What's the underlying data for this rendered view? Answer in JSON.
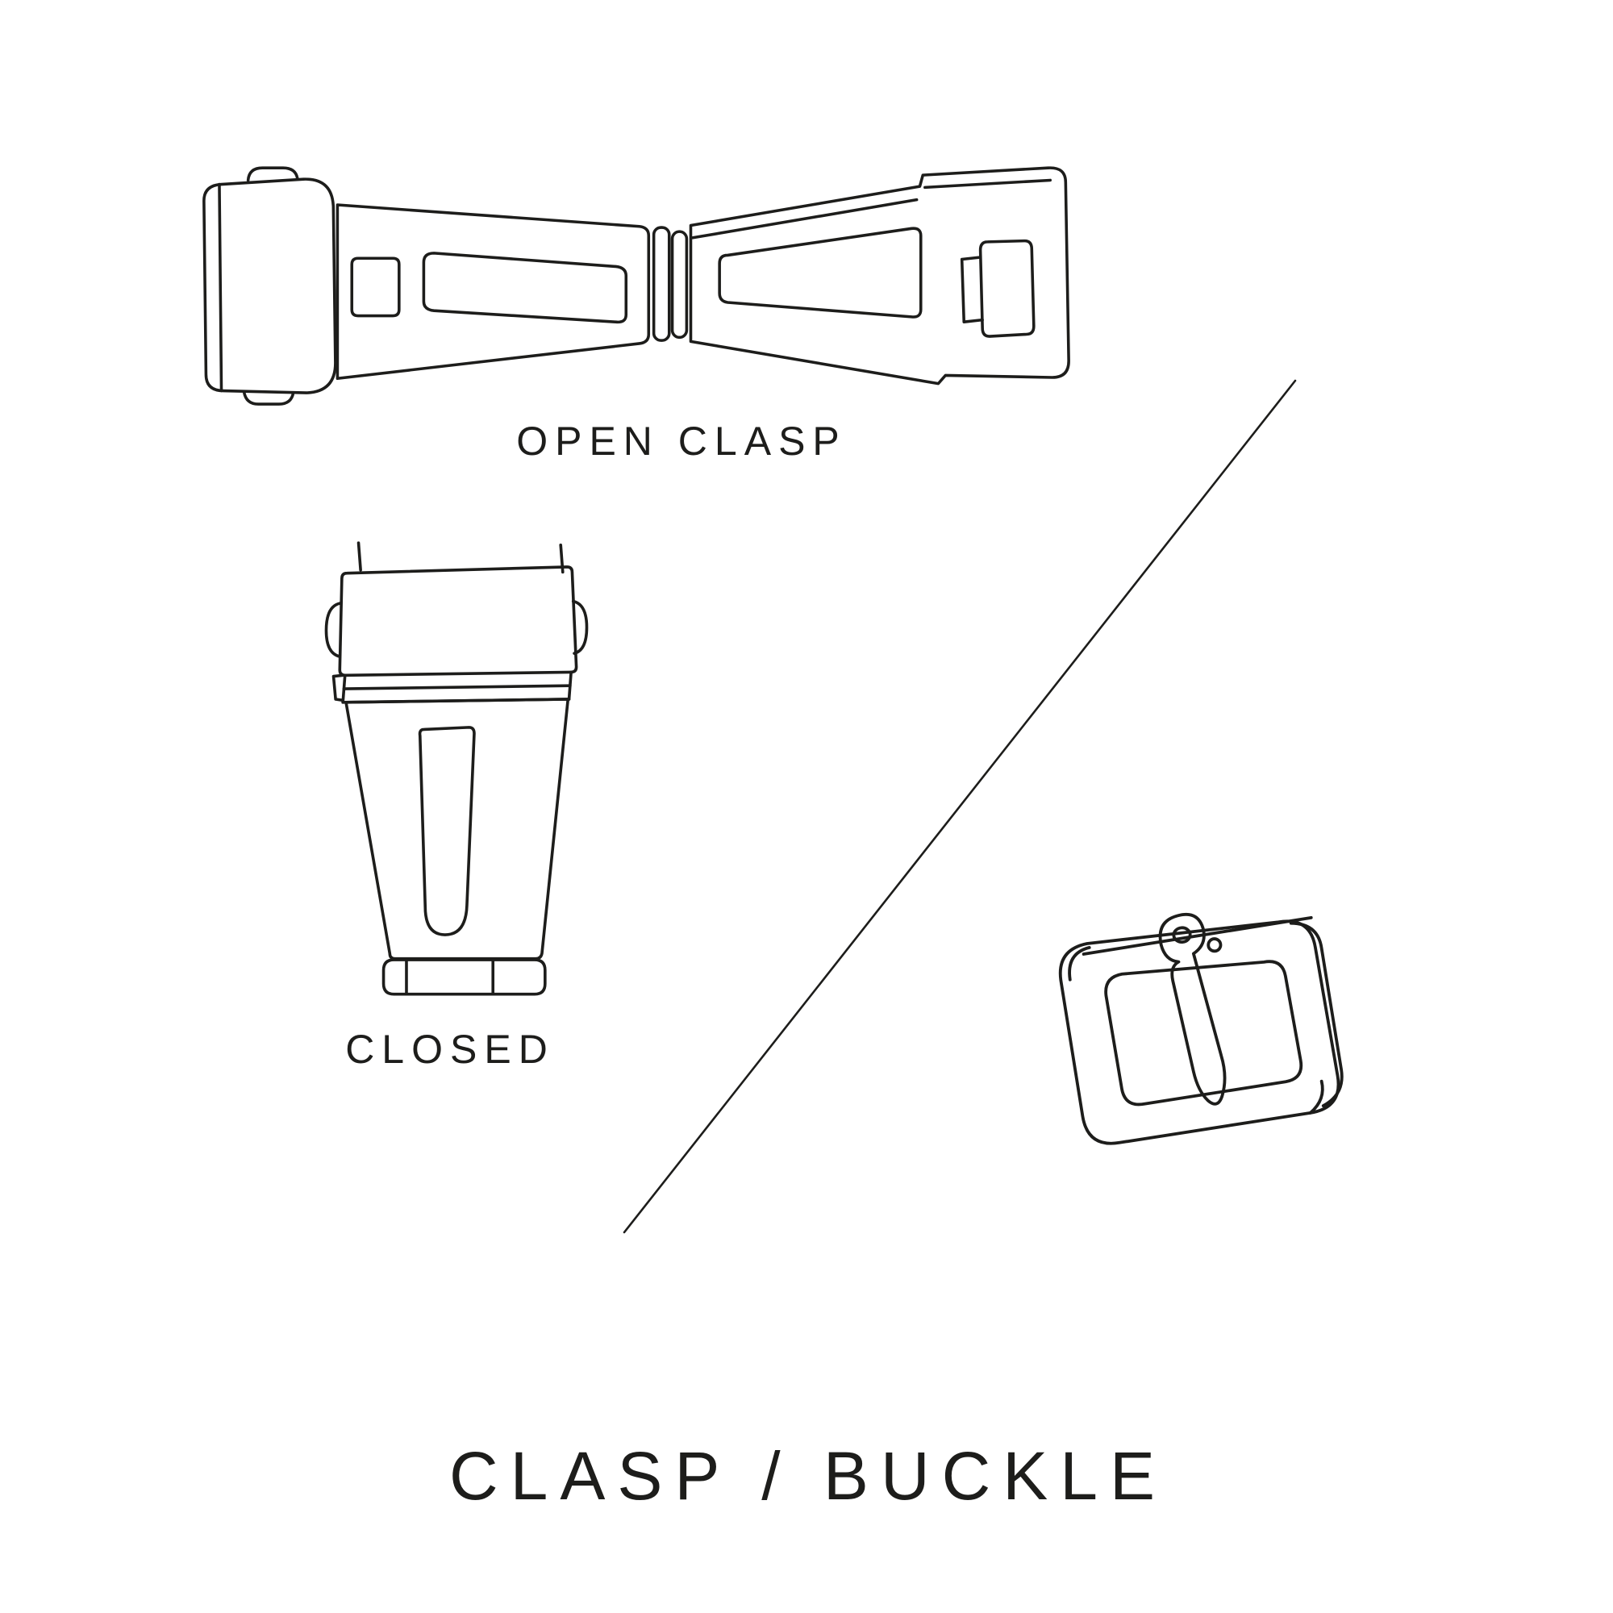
{
  "page": {
    "background_color": "#ffffff",
    "line_color": "#1d1d1b",
    "title": "CLASP / BUCKLE"
  },
  "labels": {
    "open_clasp": "OPEN CLASP",
    "closed": "CLOSED"
  },
  "illustrations": {
    "open_clasp": "open-deployant-clasp-line-drawing",
    "closed_clasp": "closed-clasp-line-drawing",
    "buckle": "tang-buckle-line-drawing",
    "divider": "diagonal-divider-line"
  }
}
